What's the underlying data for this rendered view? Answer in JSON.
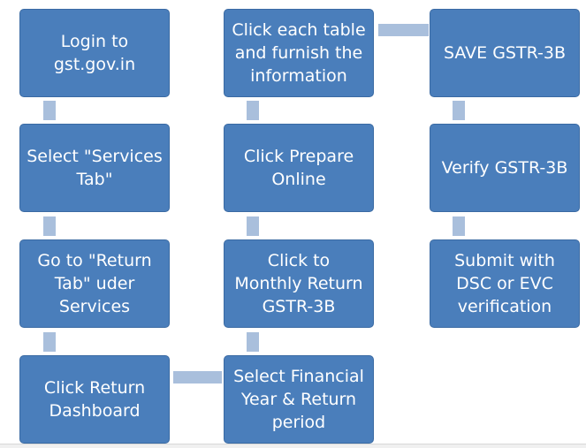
{
  "steps": [
    {
      "id": "login",
      "text": "Login to\ngst.gov.in"
    },
    {
      "id": "services-tab",
      "text": "Select \"Services\nTab\""
    },
    {
      "id": "return-tab",
      "text": "Go to \"Return\nTab\" uder\nServices"
    },
    {
      "id": "return-dashboard",
      "text": "Click Return\nDashboard"
    },
    {
      "id": "financial-year",
      "text": "Select Financial\nYear  & Return\nperiod"
    },
    {
      "id": "monthly-return",
      "text": "Click to\nMonthly Return\nGSTR-3B"
    },
    {
      "id": "prepare-online",
      "text": "Click Prepare\nOnline"
    },
    {
      "id": "furnish-info",
      "text": "Click each table\nand furnish the\ninformation"
    },
    {
      "id": "save",
      "text": "SAVE GSTR-3B"
    },
    {
      "id": "verify",
      "text": "Verify GSTR-3B"
    },
    {
      "id": "submit",
      "text": "Submit with\nDSC or EVC\nverification"
    }
  ],
  "colors": {
    "box_fill": "#4a7ebb",
    "box_border": "#3a6aa3",
    "connector": "#a9bfdc",
    "text": "#ffffff"
  }
}
